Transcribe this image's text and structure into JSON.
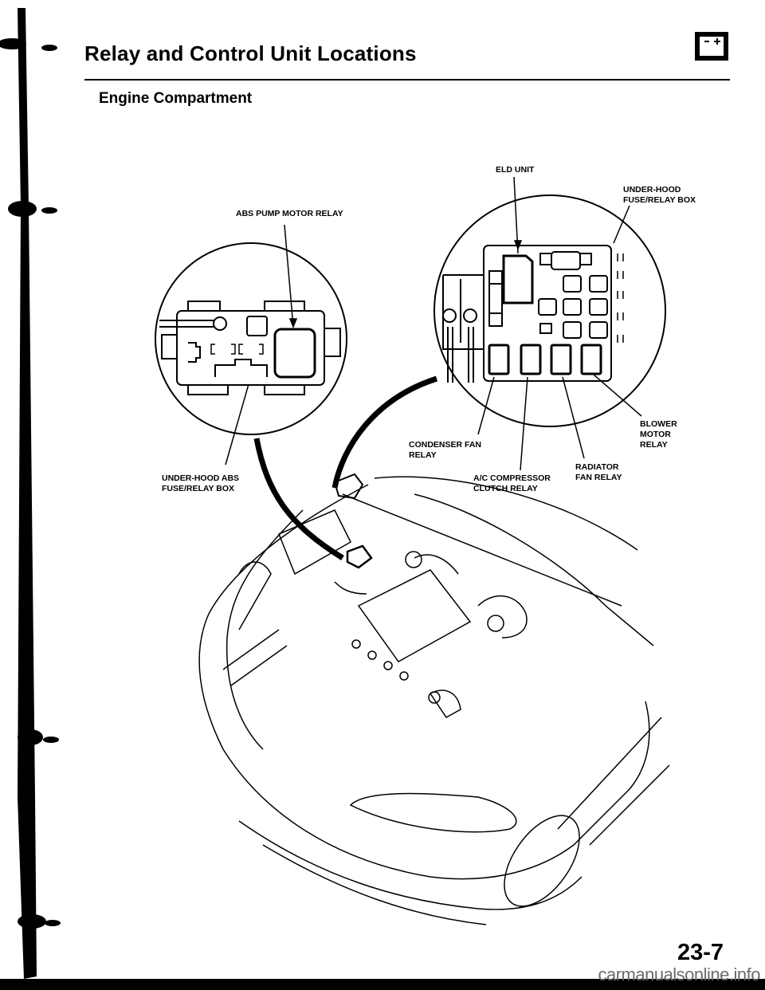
{
  "page": {
    "title": "Relay and Control Unit Locations",
    "section": "Engine Compartment",
    "page_number": "23-7",
    "watermark": "carmanualsonline.info",
    "header_icon": "battery-icon"
  },
  "callouts": {
    "eld_unit": "ELD UNIT",
    "under_hood_fuse_relay_box": [
      "UNDER-HOOD",
      "FUSE/RELAY BOX"
    ],
    "abs_pump_motor_relay": "ABS PUMP MOTOR RELAY",
    "blower_motor_relay": [
      "BLOWER",
      "MOTOR",
      "RELAY"
    ],
    "condenser_fan_relay": [
      "CONDENSER FAN",
      "RELAY"
    ],
    "radiator_fan_relay": [
      "RADIATOR",
      "FAN RELAY"
    ],
    "ac_compressor_clutch_relay": [
      "A/C COMPRESSOR",
      "CLUTCH RELAY"
    ],
    "under_hood_abs_fuse_relay_box": [
      "UNDER-HOOD ABS",
      "FUSE/RELAY BOX"
    ]
  },
  "colors": {
    "ink": "#000000",
    "paper": "#ffffff",
    "watermark": "#6b6b6b"
  }
}
